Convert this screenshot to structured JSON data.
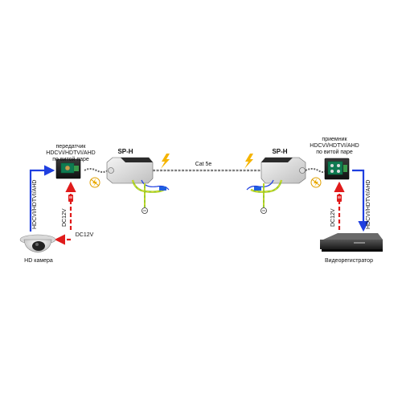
{
  "transmitter": {
    "title_line1": "передатчик",
    "title_line2": "HDCVI/HDTVI/AHD",
    "title_line3": "по витой паре"
  },
  "receiver": {
    "title_line1": "приемник",
    "title_line2": "HDCVI/HDTVI/AHD",
    "title_line3": "по витой паре"
  },
  "surge_protector_left": {
    "label": "SP-H"
  },
  "surge_protector_right": {
    "label": "SP-H"
  },
  "cable": {
    "label": "Cat 5e"
  },
  "camera": {
    "label": "HD камера"
  },
  "recorder": {
    "label": "Видеорегистратор"
  },
  "video_signal_left": "HDCVI/HDTVI/AHD",
  "video_signal_right": "HDCVI/HDTVI/AHD",
  "power_tx_vertical": "DC12V",
  "power_camera": "DC12V",
  "power_rx_vertical": "DC12V",
  "colors": {
    "video_arrow": "#1f3fe0",
    "power_arrow": "#e01b1b",
    "ground_wire": "#9ccc2a",
    "lightning": "#f5b400"
  }
}
